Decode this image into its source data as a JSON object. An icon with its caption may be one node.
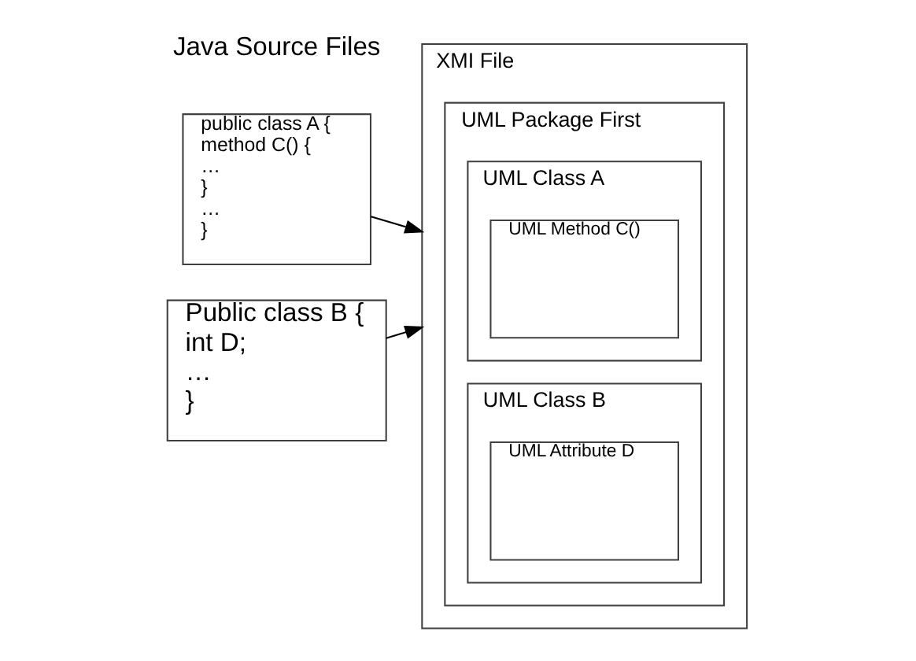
{
  "diagram": {
    "nodes": [
      {
        "text": [
          "public class A {",
          "method C() {",
          "…",
          "}",
          "…",
          "}"
        ]
      },
      {
        "text": [
          "Public class B {",
          "int D;",
          "…",
          "}"
        ]
      },
      {
        "text": [
          "XMI File"
        ]
      },
      {
        "text": [
          "UML Package First"
        ],
        "in": 2
      },
      {
        "text": [
          "UML Class A"
        ],
        "in": 3
      },
      {
        "text": [
          "UML Method C()"
        ],
        "in": 4
      },
      {
        "text": [
          "UML Class B"
        ],
        "in": 3
      },
      {
        "text": [
          "UML Attribute D"
        ],
        "in": 6
      }
    ],
    "edges": [
      {
        "from": 0,
        "to": 2,
        "arrow": "to"
      },
      {
        "from": 1,
        "to": 2,
        "arrow": "to"
      }
    ],
    "labels": [
      "Java Source Files"
    ]
  }
}
